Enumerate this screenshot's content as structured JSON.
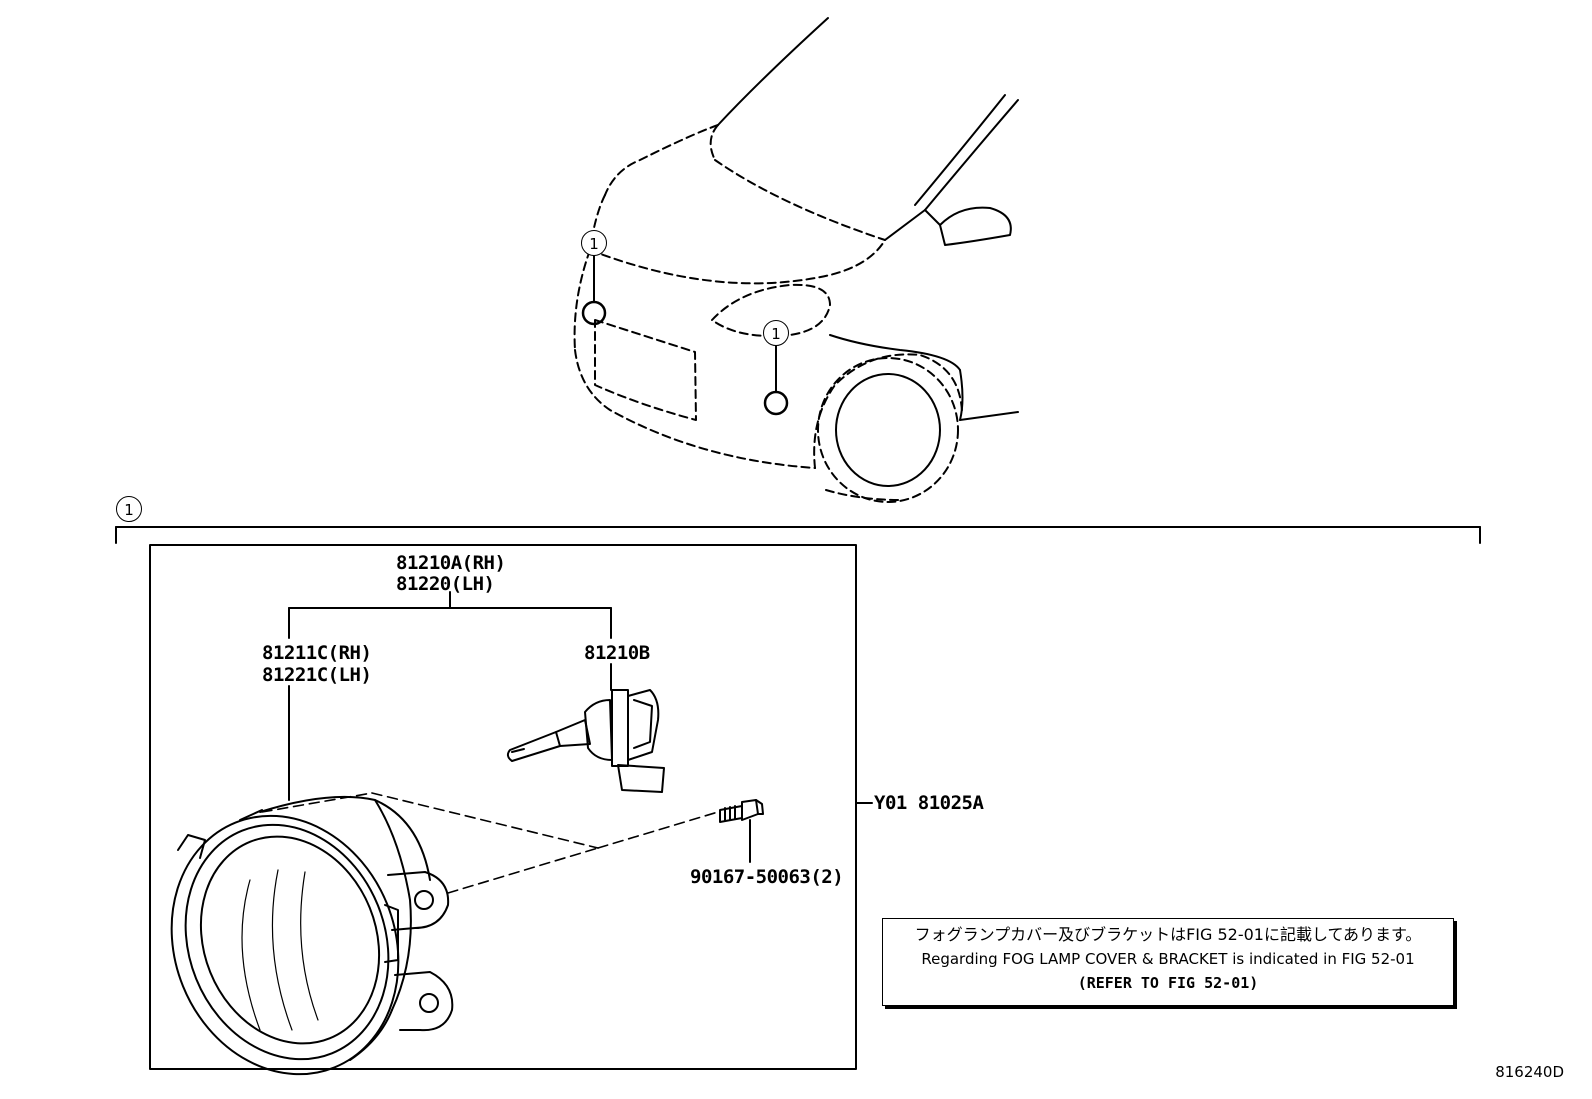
{
  "callout_marker": "1",
  "parts": {
    "assembly_rh": "81210A(RH)",
    "assembly_lh": "81220(LH)",
    "unit_rh": "81211C(RH)",
    "unit_lh": "81221C(LH)",
    "bulb": "81210B",
    "screw": "90167-50063(2)",
    "kit": "Y01 81025A"
  },
  "note": {
    "japanese": "フォグランプカバー及びブラケットはFIG 52-01に記載してあります。",
    "english": "Regarding FOG LAMP COVER & BRACKET is indicated in FIG 52-01",
    "reference": "(REFER TO FIG 52-01)"
  },
  "catalog_code": "816240D"
}
